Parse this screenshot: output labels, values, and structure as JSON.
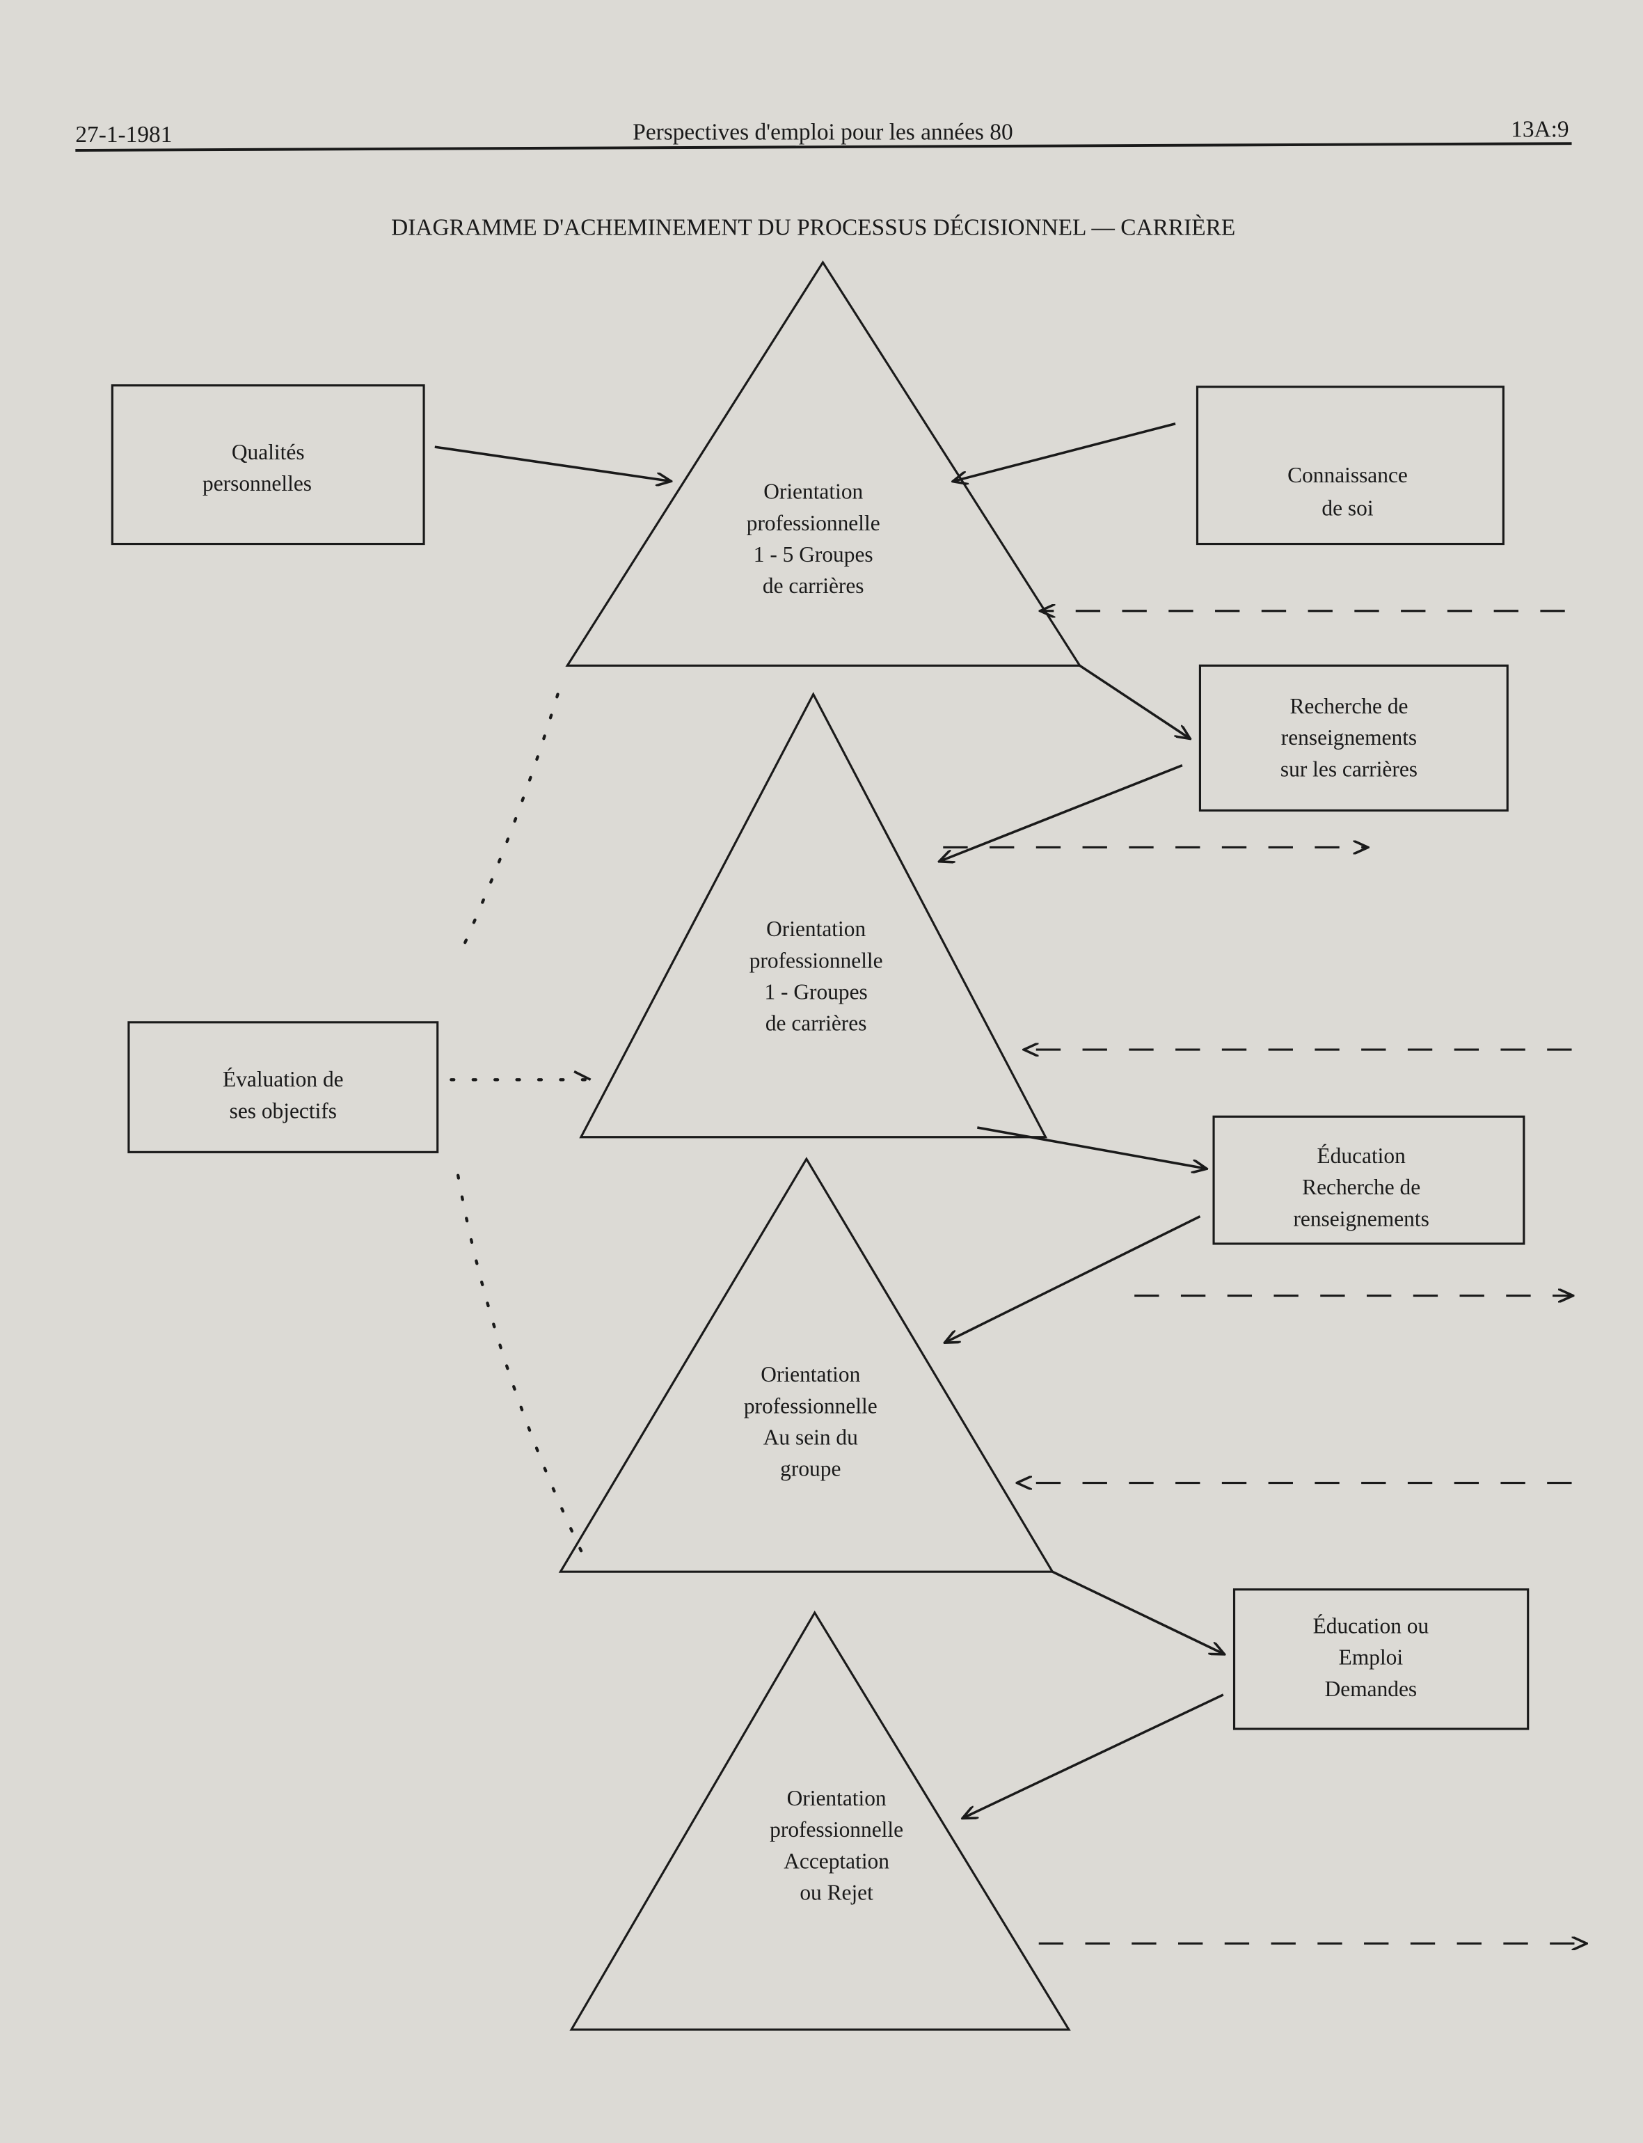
{
  "header": {
    "date": "27-1-1981",
    "title": "Perspectives d'emploi pour les années 80",
    "page": "13A:9"
  },
  "diagram": {
    "title": "DIAGRAMME D'ACHEMINEMENT DU PROCESSUS DÉCISIONNEL — CARRIÈRE",
    "boxes": {
      "qualites": [
        "Qualités",
        "personnelles"
      ],
      "connaissance": [
        "Connaissance",
        "de soi"
      ],
      "recherche": [
        "Recherche de",
        "renseignements",
        "sur les carrières"
      ],
      "evaluation": [
        "Évaluation de",
        "ses objectifs"
      ],
      "education_recherche": [
        "Éducation",
        "Recherche de",
        "renseignements"
      ],
      "education_emploi": [
        "Éducation ou",
        "Emploi",
        "Demandes"
      ]
    },
    "triangles": {
      "t1": [
        "Orientation",
        "professionnelle",
        "1 - 5 Groupes",
        "de carrières"
      ],
      "t2": [
        "Orientation",
        "professionnelle",
        "1 - Groupes",
        "de carrières"
      ],
      "t3": [
        "Orientation",
        "professionnelle",
        "Au sein du",
        "groupe"
      ],
      "t4": [
        "Orientation",
        "professionnelle",
        "Acceptation",
        "ou Rejet"
      ]
    }
  }
}
